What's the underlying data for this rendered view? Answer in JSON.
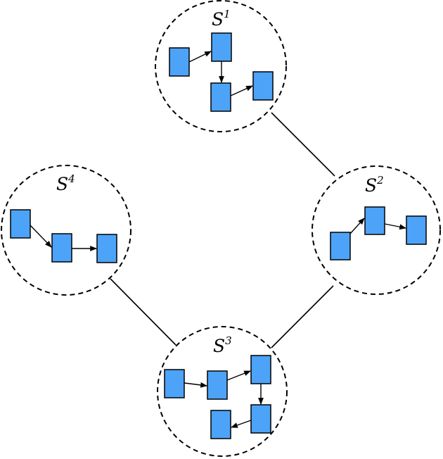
{
  "colors": {
    "node_fill": "#4da3f7",
    "stroke": "#000000",
    "background": "#ffffff"
  },
  "clusters": [
    {
      "id": "s1",
      "letter": "S",
      "index": "1",
      "node_count": 4
    },
    {
      "id": "s2",
      "letter": "S",
      "index": "2",
      "node_count": 3
    },
    {
      "id": "s3",
      "letter": "S",
      "index": "3",
      "node_count": 5
    },
    {
      "id": "s4",
      "letter": "S",
      "index": "4",
      "node_count": 3
    }
  ],
  "links": [
    {
      "from": "s1",
      "to": "s2"
    },
    {
      "from": "s2",
      "to": "s3"
    },
    {
      "from": "s3",
      "to": "s4"
    }
  ]
}
